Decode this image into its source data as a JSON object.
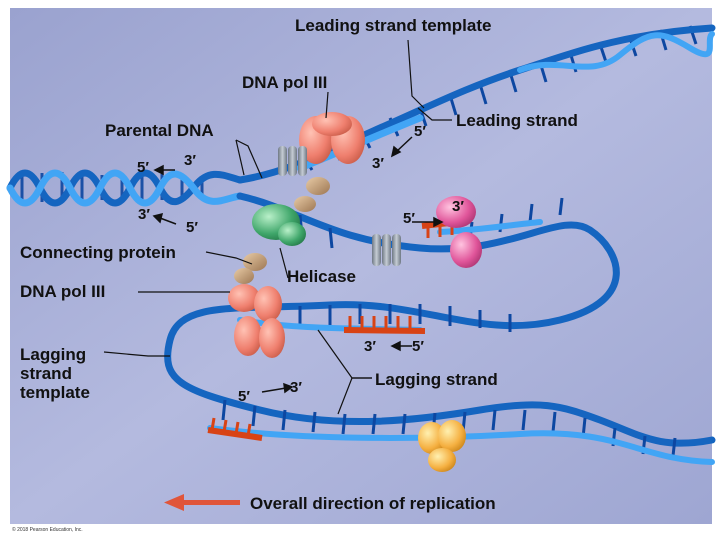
{
  "labels": {
    "leading_strand_template": "Leading strand template",
    "dna_pol_top": "DNA pol III",
    "leading_strand": "Leading strand",
    "parental_dna": "Parental DNA",
    "connecting_protein": "Connecting protein",
    "helicase": "Helicase",
    "dna_pol_left": "DNA pol III",
    "lagging_strand_template": "Lagging\nstrand\ntemplate",
    "lagging_strand": "Lagging strand",
    "overall_direction": "Overall direction of replication"
  },
  "strand_ends": {
    "parental_5a": "5′",
    "parental_3a": "3′",
    "parental_3b": "3′",
    "parental_5b": "5′",
    "leading_5": "5′",
    "leading_3": "3′",
    "upper_5": "5′",
    "upper_3": "3′",
    "mid_3": "3′",
    "mid_5": "5′",
    "lower_5": "5′",
    "lower_3": "3′"
  },
  "copyright": "© 2018 Pearson Education, Inc.",
  "colors": {
    "background": "#aab0d6",
    "backbone_dark": "#1565c0",
    "backbone_light": "#42a5f5",
    "new_strand": "#d84315",
    "dna_pol": "#ef7f6e",
    "helicase": "#9aa3ad",
    "connecting_protein": "#c9a27b",
    "clamp_loader": "#3fa66a",
    "primase": "#e0559a",
    "ligase": "#f5b041",
    "arrow": "#e0553a"
  },
  "icons": [
    "dna-polymerase-icon",
    "helicase-icon",
    "clamp-loader-icon",
    "primase-icon",
    "ligase-icon",
    "direction-arrow-icon"
  ]
}
